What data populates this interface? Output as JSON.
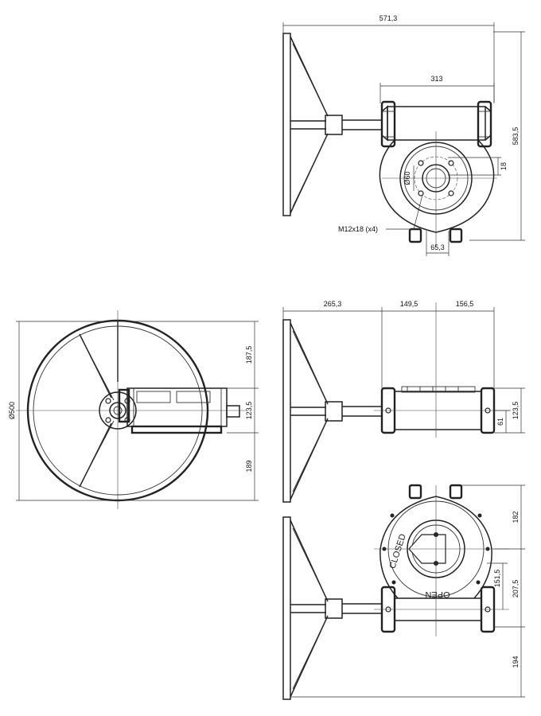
{
  "dimensions": {
    "top_width": "571,3",
    "top_inner": "313",
    "top_height": "583,5",
    "top_dia": "Ø60",
    "top_18": "18",
    "top_bolt": "M12x18 (x4)",
    "top_65": "65,3",
    "left_dia": "Ø500",
    "left_187": "187,5",
    "left_123": "123,5",
    "left_189": "189",
    "mid_265": "265,3",
    "mid_149": "149,5",
    "mid_156": "156,5",
    "mid_123": "123,5",
    "mid_61": "61",
    "bot_182": "182",
    "bot_151": "151,5",
    "bot_207": "207,5",
    "bot_194": "194"
  },
  "labels": {
    "closed": "CLOSED",
    "open": "OPEN"
  }
}
